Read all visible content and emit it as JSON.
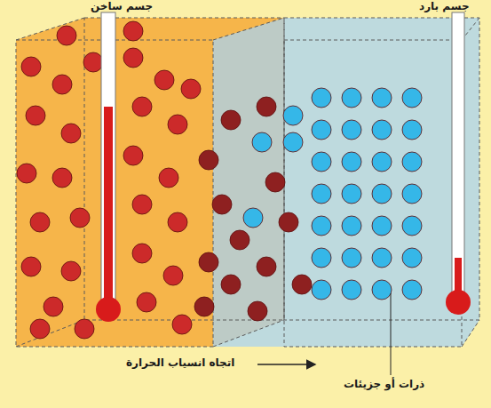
{
  "diagram": {
    "labels": [
      "جسم ساخن",
      "جسم بارد",
      "اتجاه انسياب الحرارة",
      "ذرات أو جزيئات"
    ]
  }
}
